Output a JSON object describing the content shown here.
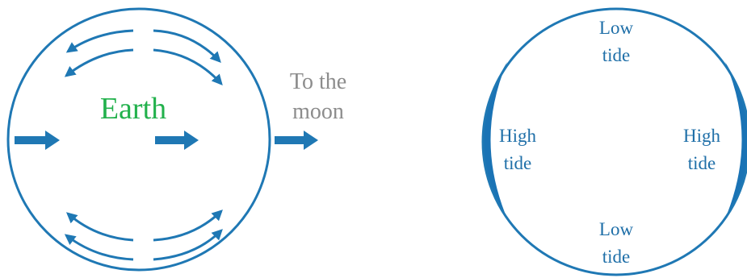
{
  "left_diagram": {
    "earth_label": "Earth",
    "moon_label_line1": "To the",
    "moon_label_line2": "moon"
  },
  "right_diagram": {
    "top_label_line1": "Low",
    "top_label_line2": "tide",
    "bottom_label_line1": "Low",
    "bottom_label_line2": "tide",
    "left_label_line1": "High",
    "left_label_line2": "tide",
    "right_label_line1": "High",
    "right_label_line2": "tide"
  },
  "colors": {
    "outline": "#1f78b4",
    "earth_text": "#22b14c",
    "moon_text": "#8c8c8c",
    "tide_text": "#1f6fa8"
  }
}
